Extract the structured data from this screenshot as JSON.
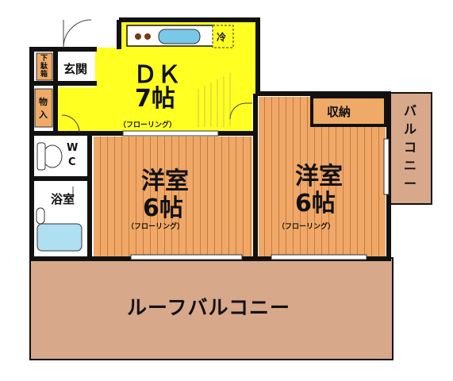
{
  "colors": {
    "wall": "#111111",
    "dk_floor": "#ffff22",
    "room_floor": "#f0a868",
    "room_lines": "#c87a3c",
    "balcony": "#d8a88a",
    "wet_area": "#ffffff",
    "storage": "#eeaa66",
    "appliance": "#7ac8e8"
  },
  "rooms": {
    "dk": {
      "name": "ＤＫ",
      "size": "7帖",
      "floor": "（フローリング）"
    },
    "western1": {
      "name": "洋室",
      "size": "6帖",
      "floor": "（フローリング）"
    },
    "western2": {
      "name": "洋室",
      "size": "6帖",
      "floor": "（フローリング）"
    },
    "entrance": "玄関",
    "shoe_box": "下駄箱",
    "storage_closet": "物入",
    "wc": [
      "W",
      "C"
    ],
    "bath": "浴室",
    "closet": "収納",
    "fridge": "冷",
    "balcony": [
      "バ",
      "ル",
      "コ",
      "ニ",
      "ー"
    ],
    "roof_balcony": "ルーフバルコニー"
  }
}
